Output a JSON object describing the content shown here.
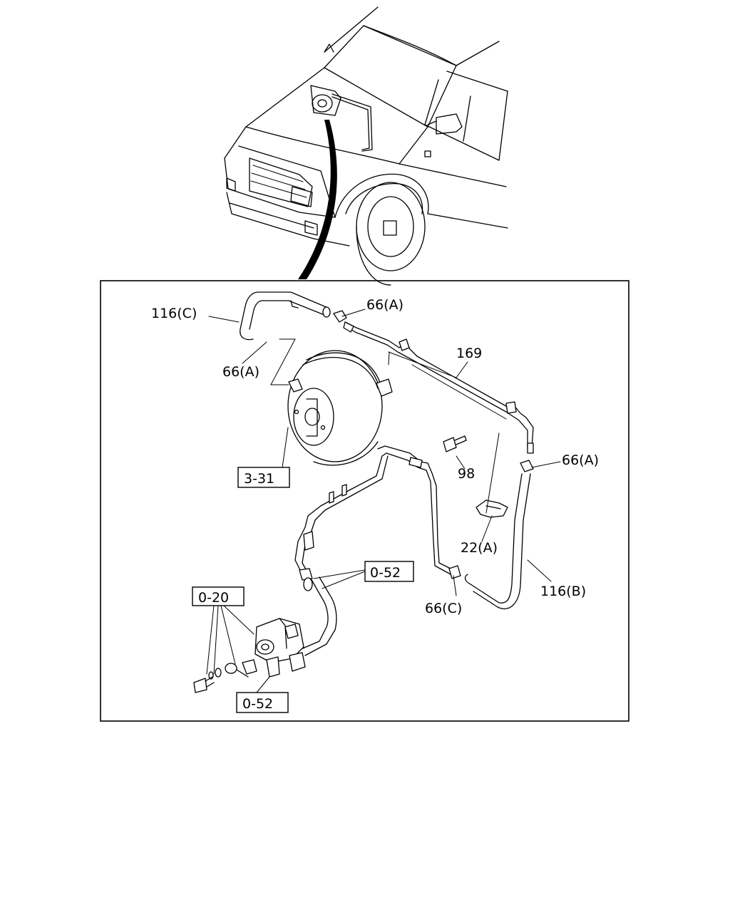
{
  "labels": {
    "hose_116c": "116(C)",
    "clip_66a_top": "66(A)",
    "clip_66a_left": "66(A)",
    "pipe_169": "169",
    "clip_66a_right": "66(A)",
    "bolt_98": "98",
    "booster_ref": "3-31",
    "clamp_22a": "22(A)",
    "ref_052_upper": "0-52",
    "hose_116b": "116(B)",
    "clip_66c": "66(C)",
    "ref_020": "0-20",
    "ref_052_lower": "0-52"
  }
}
